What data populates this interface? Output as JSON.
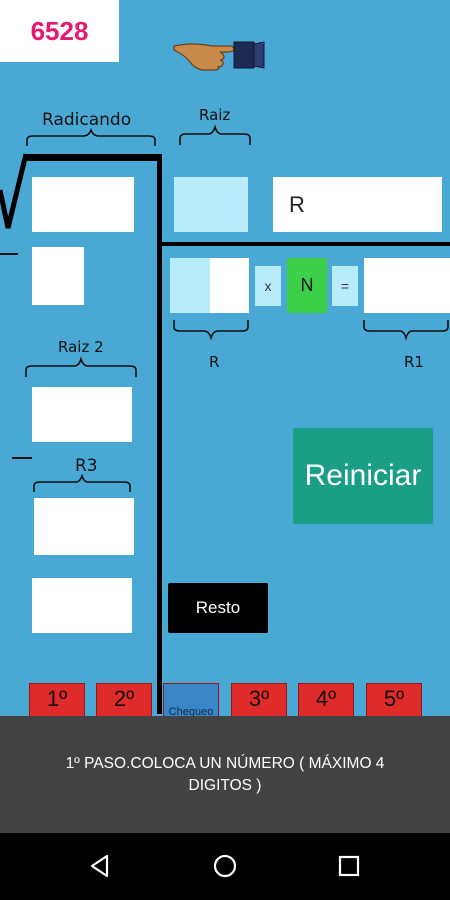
{
  "number_display": "6528",
  "labels": {
    "radicando": "Radicando",
    "raiz": "Raiz",
    "raiz2": "Raiz 2",
    "r3": "R3",
    "r_under": "R",
    "r1_under": "R1"
  },
  "result_box_text": "R",
  "operators": {
    "times": "x",
    "n_label": "N",
    "equals": "="
  },
  "buttons": {
    "reiniciar": "Reiniciar",
    "resto": "Resto",
    "keys": [
      "1º",
      "2º",
      "Chequeo",
      "3º",
      "4º",
      "5º"
    ]
  },
  "toast_message": "1º PASO.COLOCA  UN NÚMERO ( MÁXIMO 4 DIGITOS )",
  "icons": {
    "pointing_hand": "pointing-hand-icon"
  },
  "colors": {
    "background": "#4aa9d4",
    "number": "#e8196e",
    "reiniciar": "#1a9e85",
    "n_box": "#3ecf4a",
    "key_red": "#e02b2b",
    "key_blue": "#3a86c6",
    "raiz_box": "#b8ecfb"
  }
}
